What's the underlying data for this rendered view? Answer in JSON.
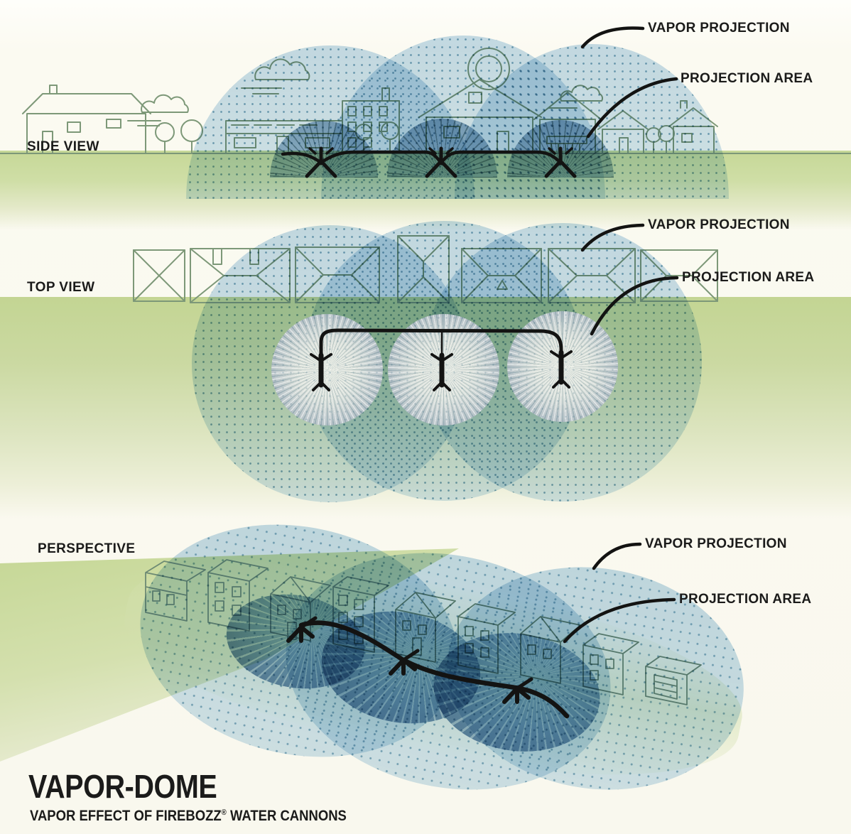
{
  "title": {
    "name": "VAPOR-DOME",
    "subtitle": {
      "prefix": "VAPOR EFFECT OF FIREBOZZ",
      "registered": "®",
      "suffix": " WATER CANNONS"
    }
  },
  "sections": [
    {
      "id": "side-view",
      "label": "SIDE VIEW",
      "callouts": {
        "vapor": "VAPOR PROJECTION",
        "area": "PROJECTION AREA"
      }
    },
    {
      "id": "top-view",
      "label": "TOP VIEW",
      "callouts": {
        "vapor": "VAPOR PROJECTION",
        "area": "PROJECTION AREA"
      }
    },
    {
      "id": "perspective",
      "label": "PERSPECTIVE",
      "callouts": {
        "vapor": "VAPOR PROJECTION",
        "area": "PROJECTION AREA"
      }
    }
  ],
  "legend": {
    "vapor_projection_meaning": "large dotted blue dome of projected vapor",
    "projection_area_meaning": "inner dark dome sprayed by each water cannon",
    "cannon_count_per_view": 3
  },
  "colors": {
    "vapor_fill": "#a9cfe6",
    "vapor_dot": "#3f7fa8",
    "projection_fill": "#5d8fb4",
    "ground_green": "#c6d897",
    "lineart_green": "#7d9878",
    "ink": "#1b1b1a",
    "background": "#fbfaf1"
  }
}
